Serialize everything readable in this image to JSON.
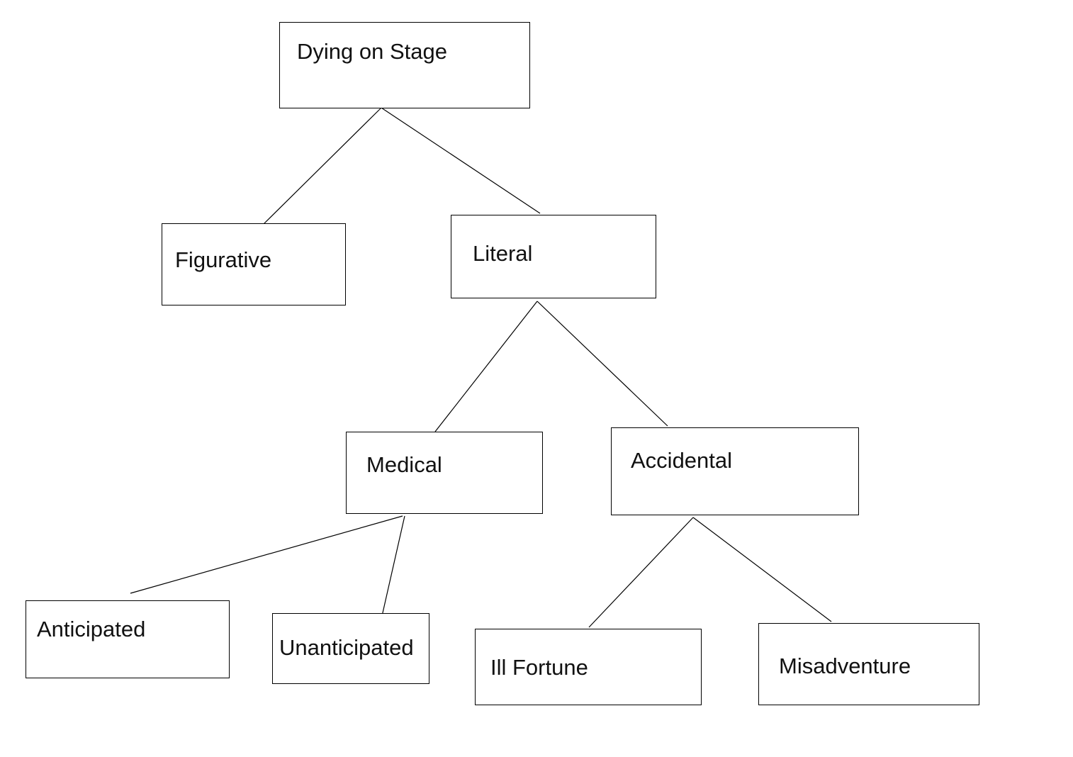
{
  "diagram": {
    "nodes": {
      "root": "Dying on Stage",
      "figurative": "Figurative",
      "literal": "Literal",
      "medical": "Medical",
      "accidental": "Accidental",
      "anticipated": "Anticipated",
      "unanticipated": "Unanticipated",
      "ill_fortune": "Ill Fortune",
      "misadventure": "Misadventure"
    },
    "edges": [
      [
        "root",
        "figurative"
      ],
      [
        "root",
        "literal"
      ],
      [
        "literal",
        "medical"
      ],
      [
        "literal",
        "accidental"
      ],
      [
        "medical",
        "anticipated"
      ],
      [
        "medical",
        "unanticipated"
      ],
      [
        "accidental",
        "ill_fortune"
      ],
      [
        "accidental",
        "misadventure"
      ]
    ],
    "colors": {
      "line": "#000000",
      "text": "#111111",
      "background": "#ffffff"
    }
  }
}
